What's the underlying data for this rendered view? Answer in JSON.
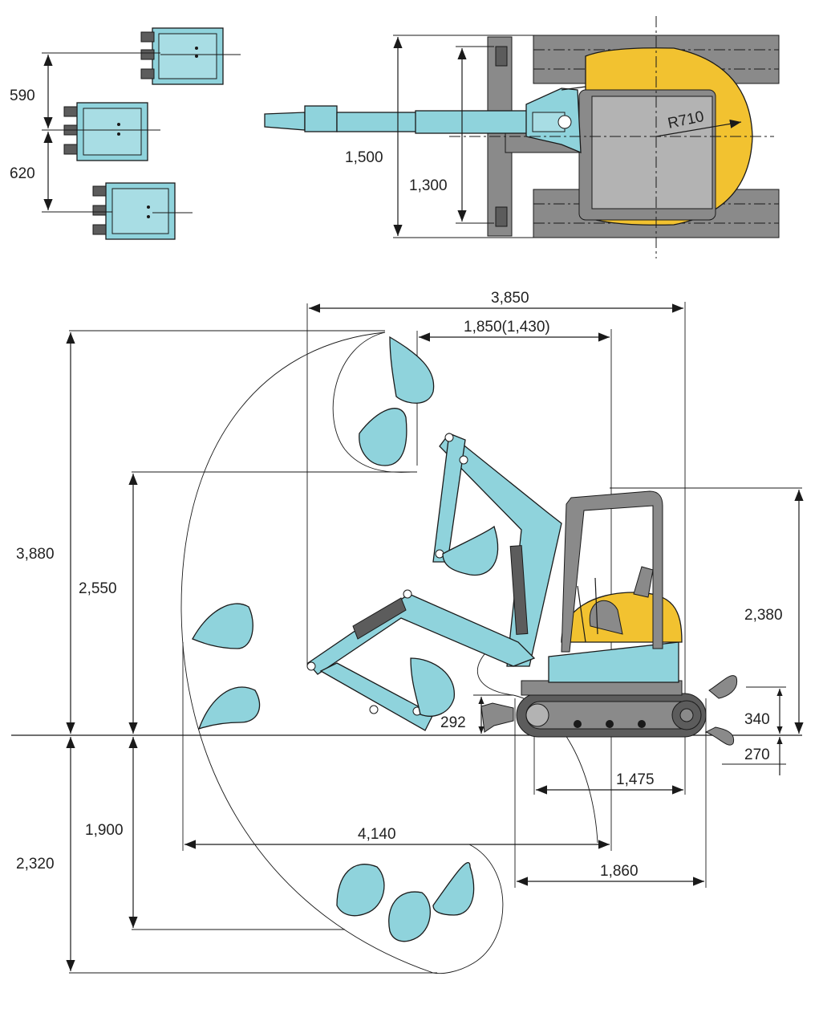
{
  "labels": {
    "bucket_offset_left": "590",
    "bucket_offset_right": "620",
    "boom_swing_width_outer": "1,500",
    "boom_swing_width_inner": "1,300",
    "tail_radius": "R710",
    "overall_length": "3,850",
    "boom_reach_offset": "1,850(1,430)",
    "max_digging_height": "3,880",
    "max_dumping_height": "2,550",
    "cab_height": "2,380",
    "blade_lift": "340",
    "blade_drop": "270",
    "blade_height": "292",
    "track_length": "1,475",
    "max_reach": "4,140",
    "tail_length": "1,860",
    "max_digging_depth": "2,320",
    "vertical_wall_depth": "1,900"
  },
  "colors": {
    "arm": "#8fd3dc",
    "canopy_body": "#f2c230",
    "tracks": "#8a8a8a",
    "lines": "#1a1a1a"
  }
}
